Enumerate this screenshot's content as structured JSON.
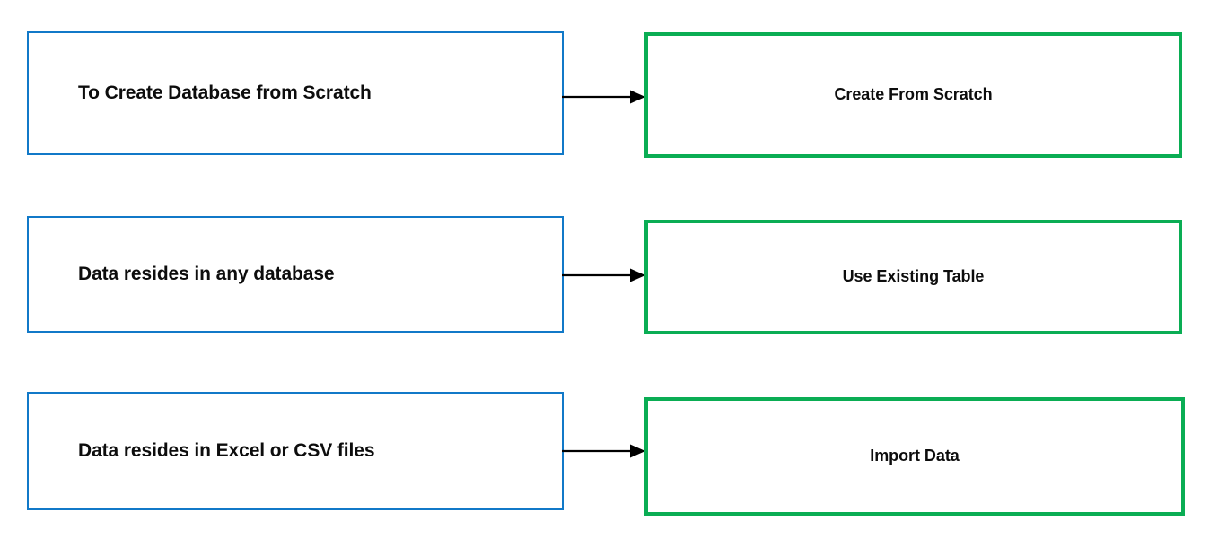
{
  "diagram": {
    "type": "flow-mapping",
    "colors": {
      "source_border": "#1179c8",
      "target_border": "#0aad54",
      "arrow": "#000000",
      "text": "#0d0d0d",
      "background": "#ffffff"
    },
    "rows": [
      {
        "source_label": "To Create Database from Scratch",
        "target_label": "Create From Scratch",
        "arrow_icon": "arrow-right-icon"
      },
      {
        "source_label": "Data resides in any database",
        "target_label": "Use Existing Table",
        "arrow_icon": "arrow-right-icon"
      },
      {
        "source_label": "Data resides in Excel or CSV files",
        "target_label": "Import Data",
        "arrow_icon": "arrow-right-icon"
      }
    ]
  }
}
